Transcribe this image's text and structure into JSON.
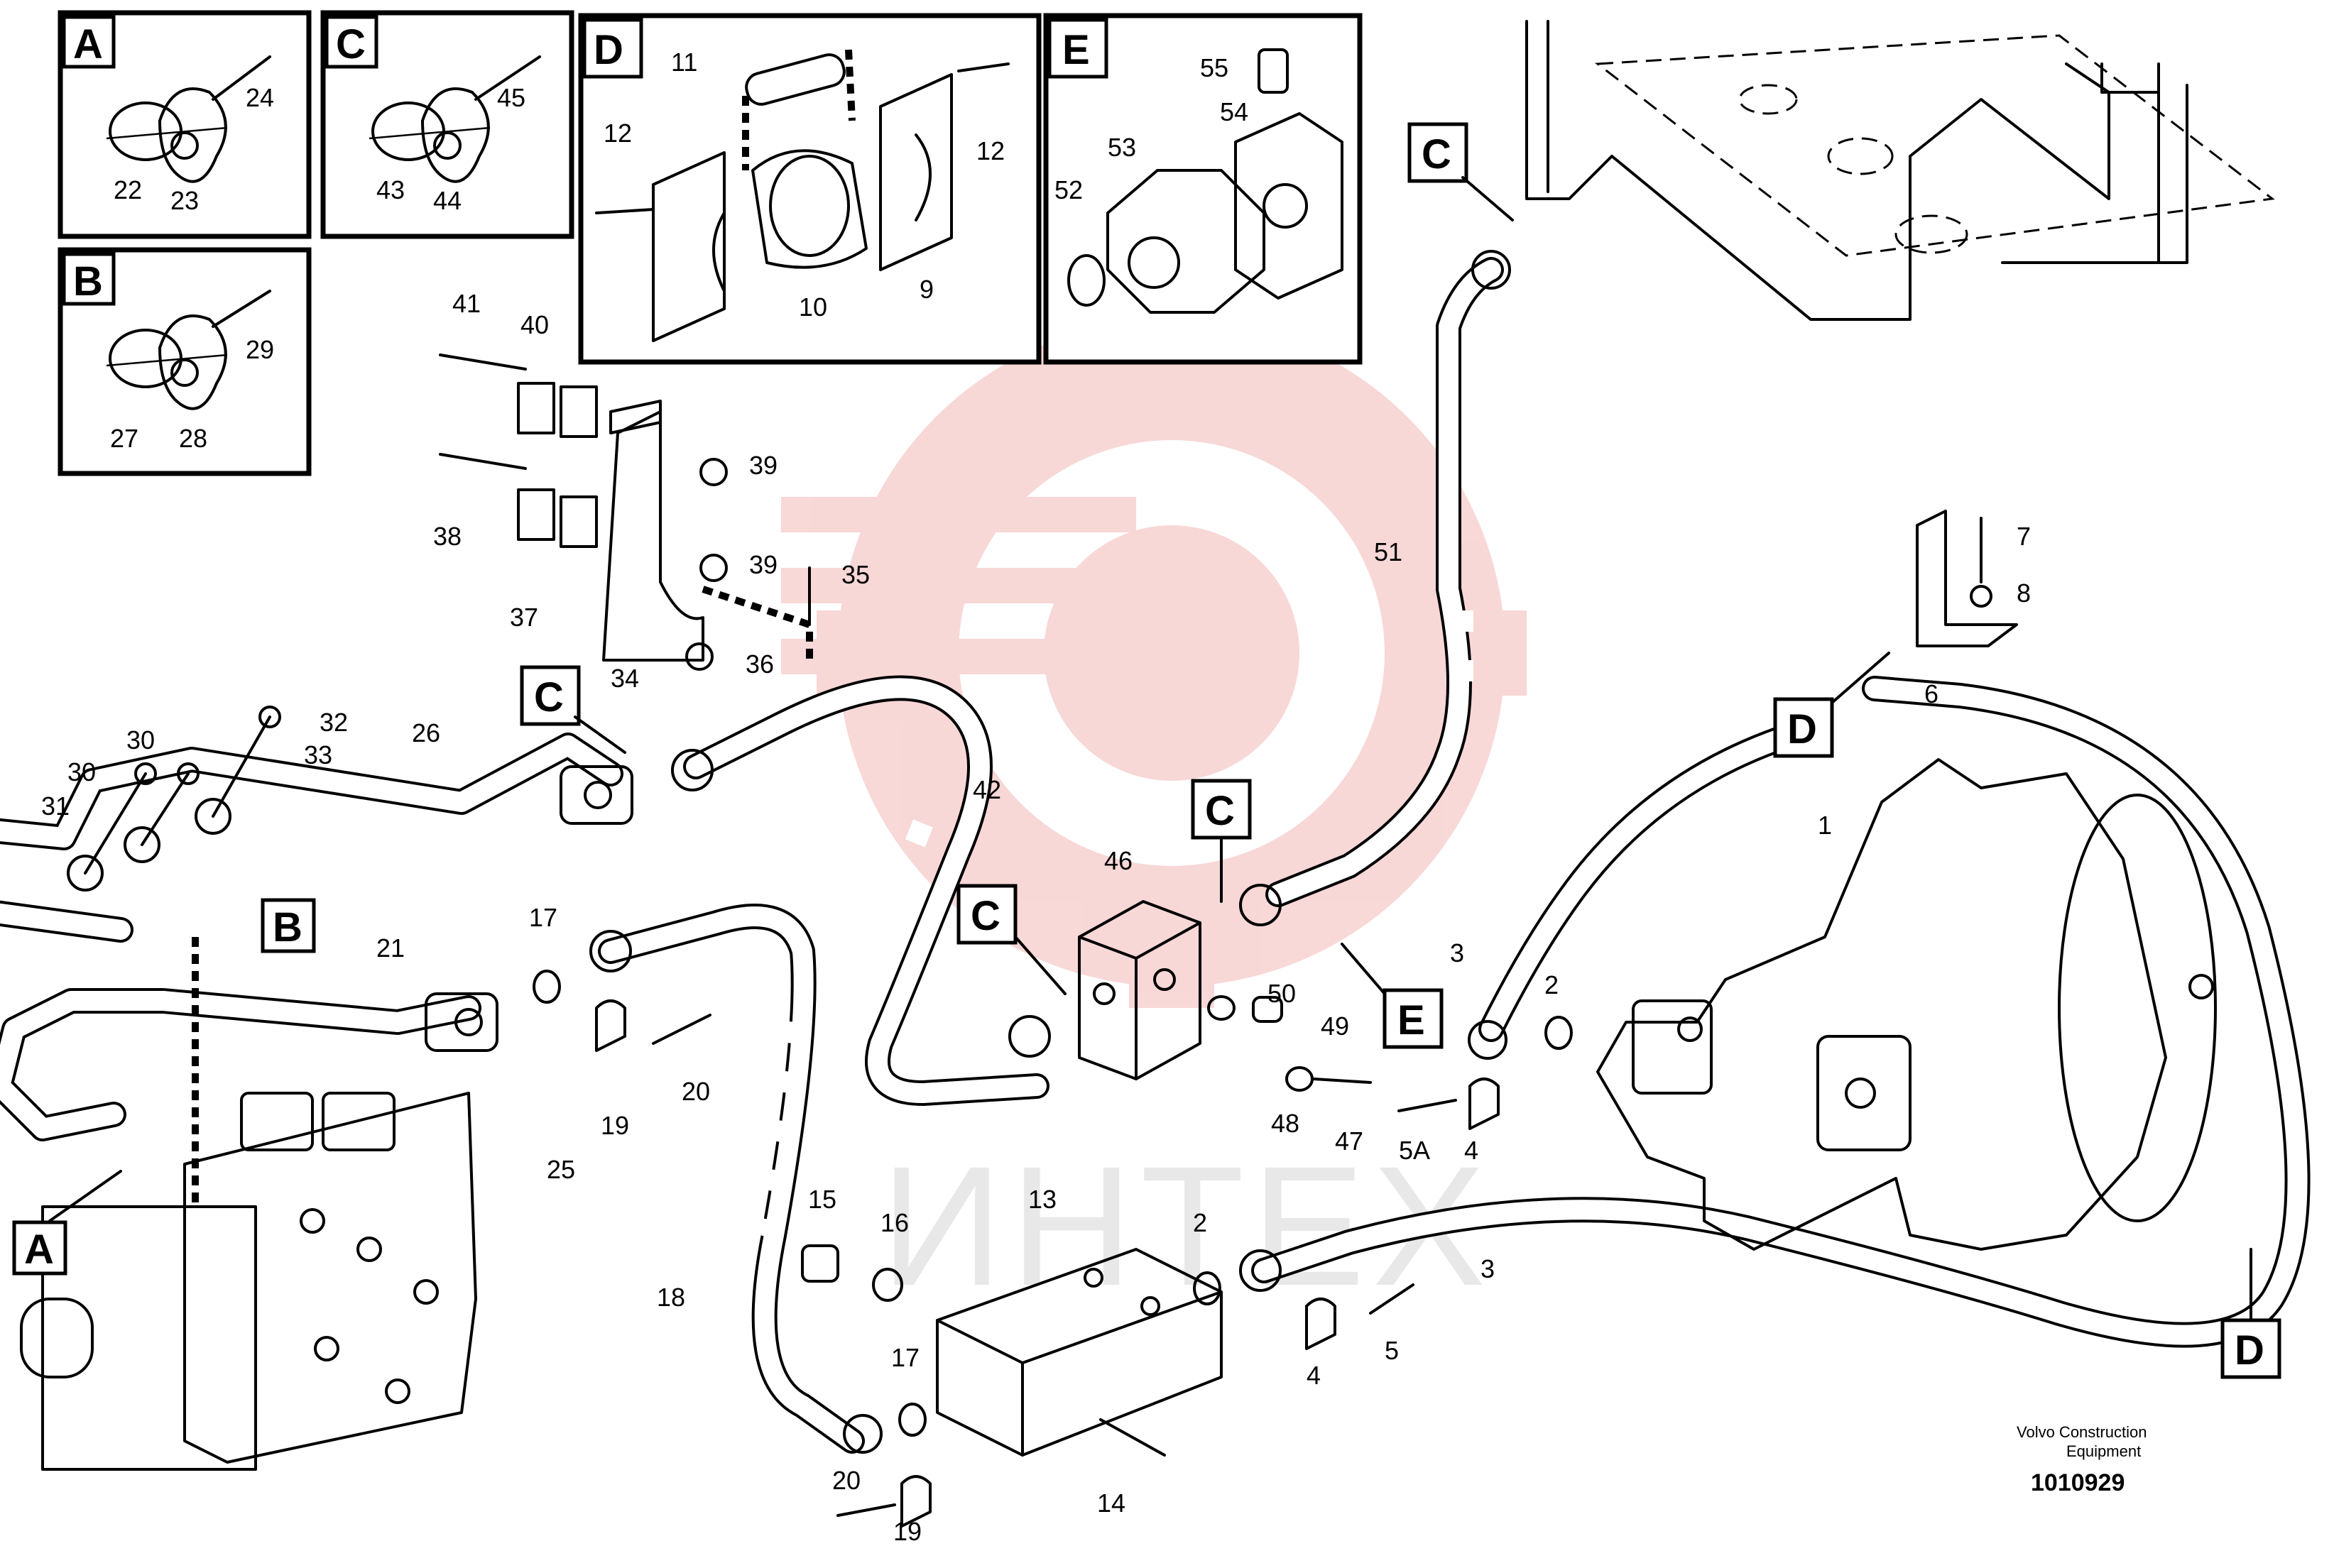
{
  "callouts": {
    "A": "A",
    "B": "B",
    "C": "C",
    "D": "D",
    "E": "E"
  },
  "part_numbers": {
    "p1": "1",
    "p2": "2",
    "p3": "3",
    "p4": "4",
    "p5": "5",
    "p5a": "5A",
    "p6": "6",
    "p7": "7",
    "p8": "8",
    "p9": "9",
    "p10": "10",
    "p11": "11",
    "p12": "12",
    "p13": "13",
    "p14": "14",
    "p15": "15",
    "p16": "16",
    "p17": "17",
    "p18": "18",
    "p19": "19",
    "p20": "20",
    "p21": "21",
    "p22": "22",
    "p23": "23",
    "p24": "24",
    "p25": "25",
    "p26": "26",
    "p27": "27",
    "p28": "28",
    "p29": "29",
    "p30": "30",
    "p31": "31",
    "p32": "32",
    "p33": "33",
    "p34": "34",
    "p35": "35",
    "p36": "36",
    "p37": "37",
    "p38": "38",
    "p39": "39",
    "p40": "40",
    "p41": "41",
    "p42": "42",
    "p43": "43",
    "p44": "44",
    "p45": "45",
    "p46": "46",
    "p47": "47",
    "p48": "48",
    "p49": "49",
    "p50": "50",
    "p51": "51",
    "p52": "52",
    "p53": "53",
    "p54": "54",
    "p55": "55"
  },
  "watermark": {
    "text": "ИНТЕХ",
    "color": "#e8e8e8",
    "logo_color": "#f4b8b8"
  },
  "credit": {
    "line1": "Volvo Construction",
    "line2": "Equipment",
    "drawing_number": "1010929"
  }
}
